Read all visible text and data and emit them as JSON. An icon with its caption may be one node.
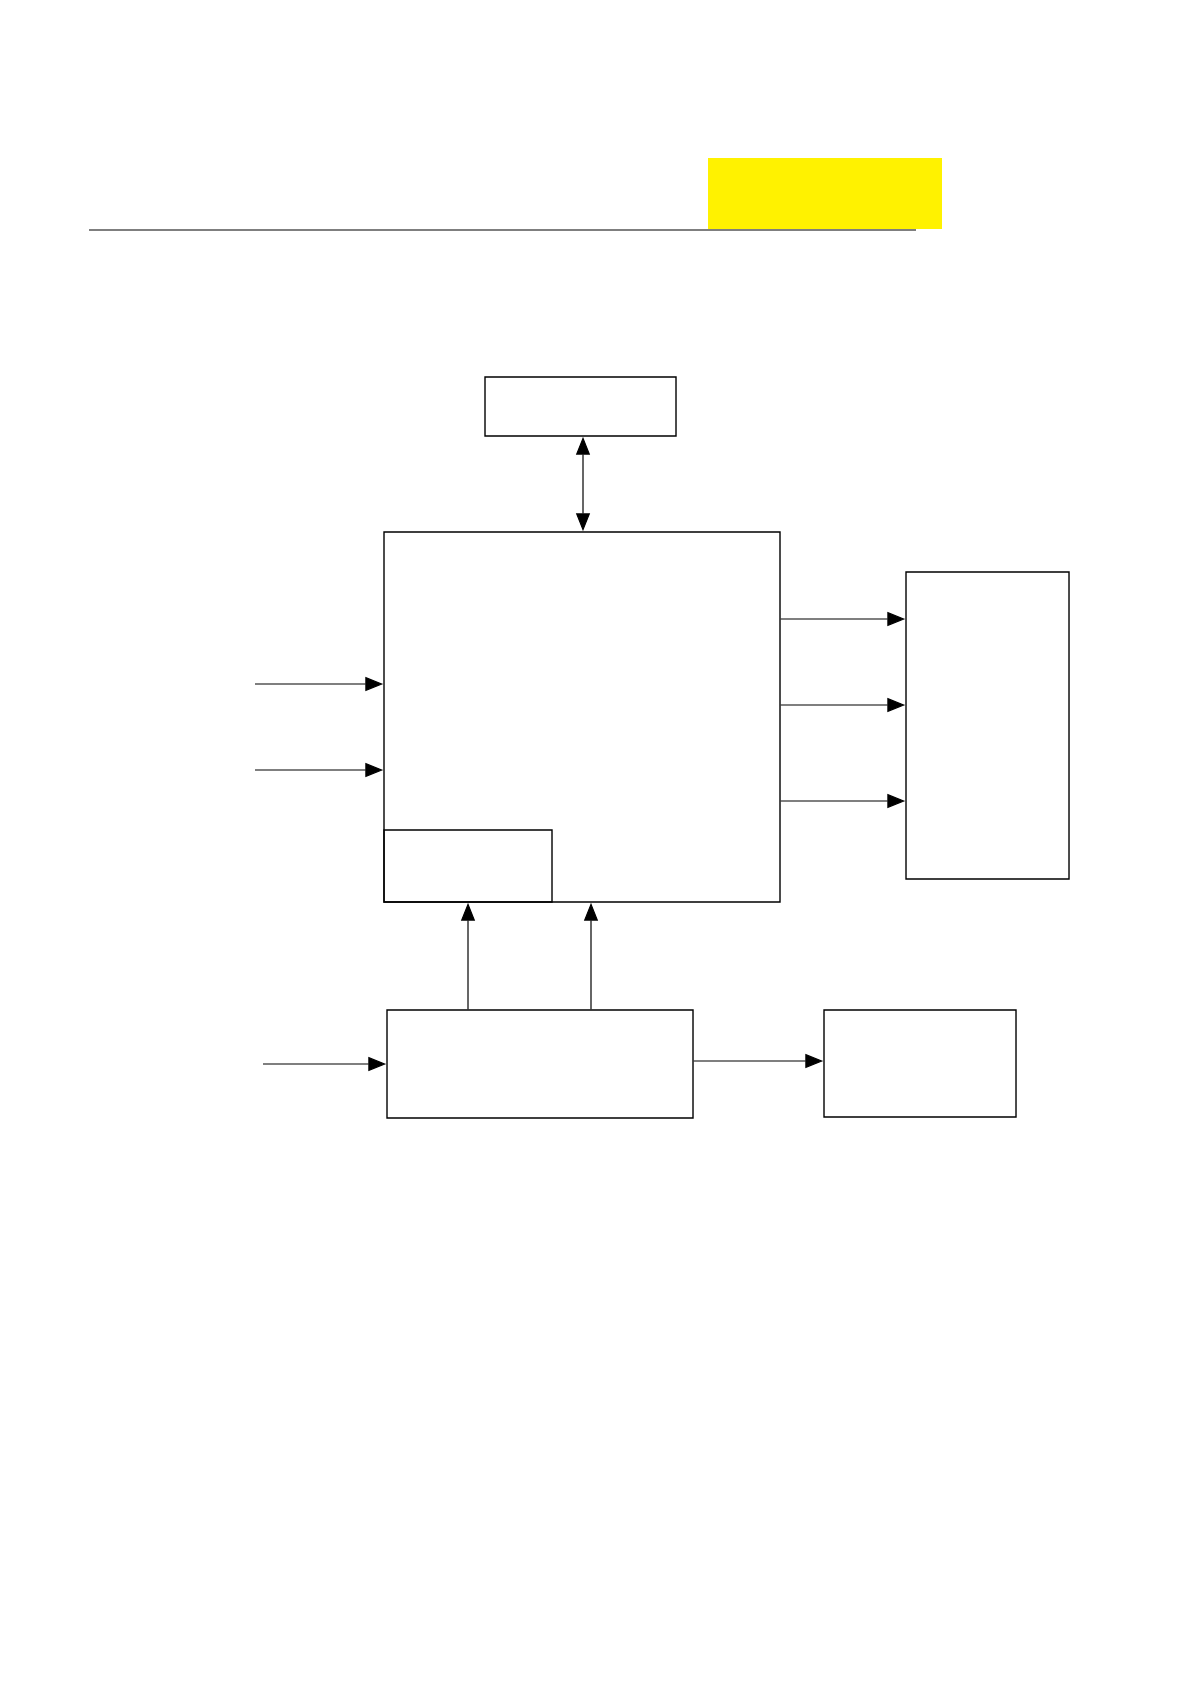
{
  "diagram": {
    "nodes": [
      {
        "text": [],
        "shape": "box"
      },
      {
        "text": [],
        "shape": "box"
      },
      {
        "text": [],
        "shape": "box",
        "in": 1
      },
      {
        "text": [],
        "shape": "box"
      },
      {
        "text": [],
        "shape": "box"
      },
      {
        "text": [],
        "shape": "box"
      }
    ],
    "edges": [
      {
        "from": 0,
        "to": 1,
        "arrow": "both"
      },
      {
        "from": null,
        "to": 1,
        "arrow": "to"
      },
      {
        "from": null,
        "to": 1,
        "arrow": "to"
      },
      {
        "from": 1,
        "to": 3,
        "arrow": "to"
      },
      {
        "from": 1,
        "to": 3,
        "arrow": "to"
      },
      {
        "from": 1,
        "to": 3,
        "arrow": "to"
      },
      {
        "from": 4,
        "to": 2,
        "arrow": "to"
      },
      {
        "from": 4,
        "to": 1,
        "arrow": "to"
      },
      {
        "from": null,
        "to": 4,
        "arrow": "to"
      },
      {
        "from": 4,
        "to": 5,
        "arrow": "to"
      }
    ]
  }
}
